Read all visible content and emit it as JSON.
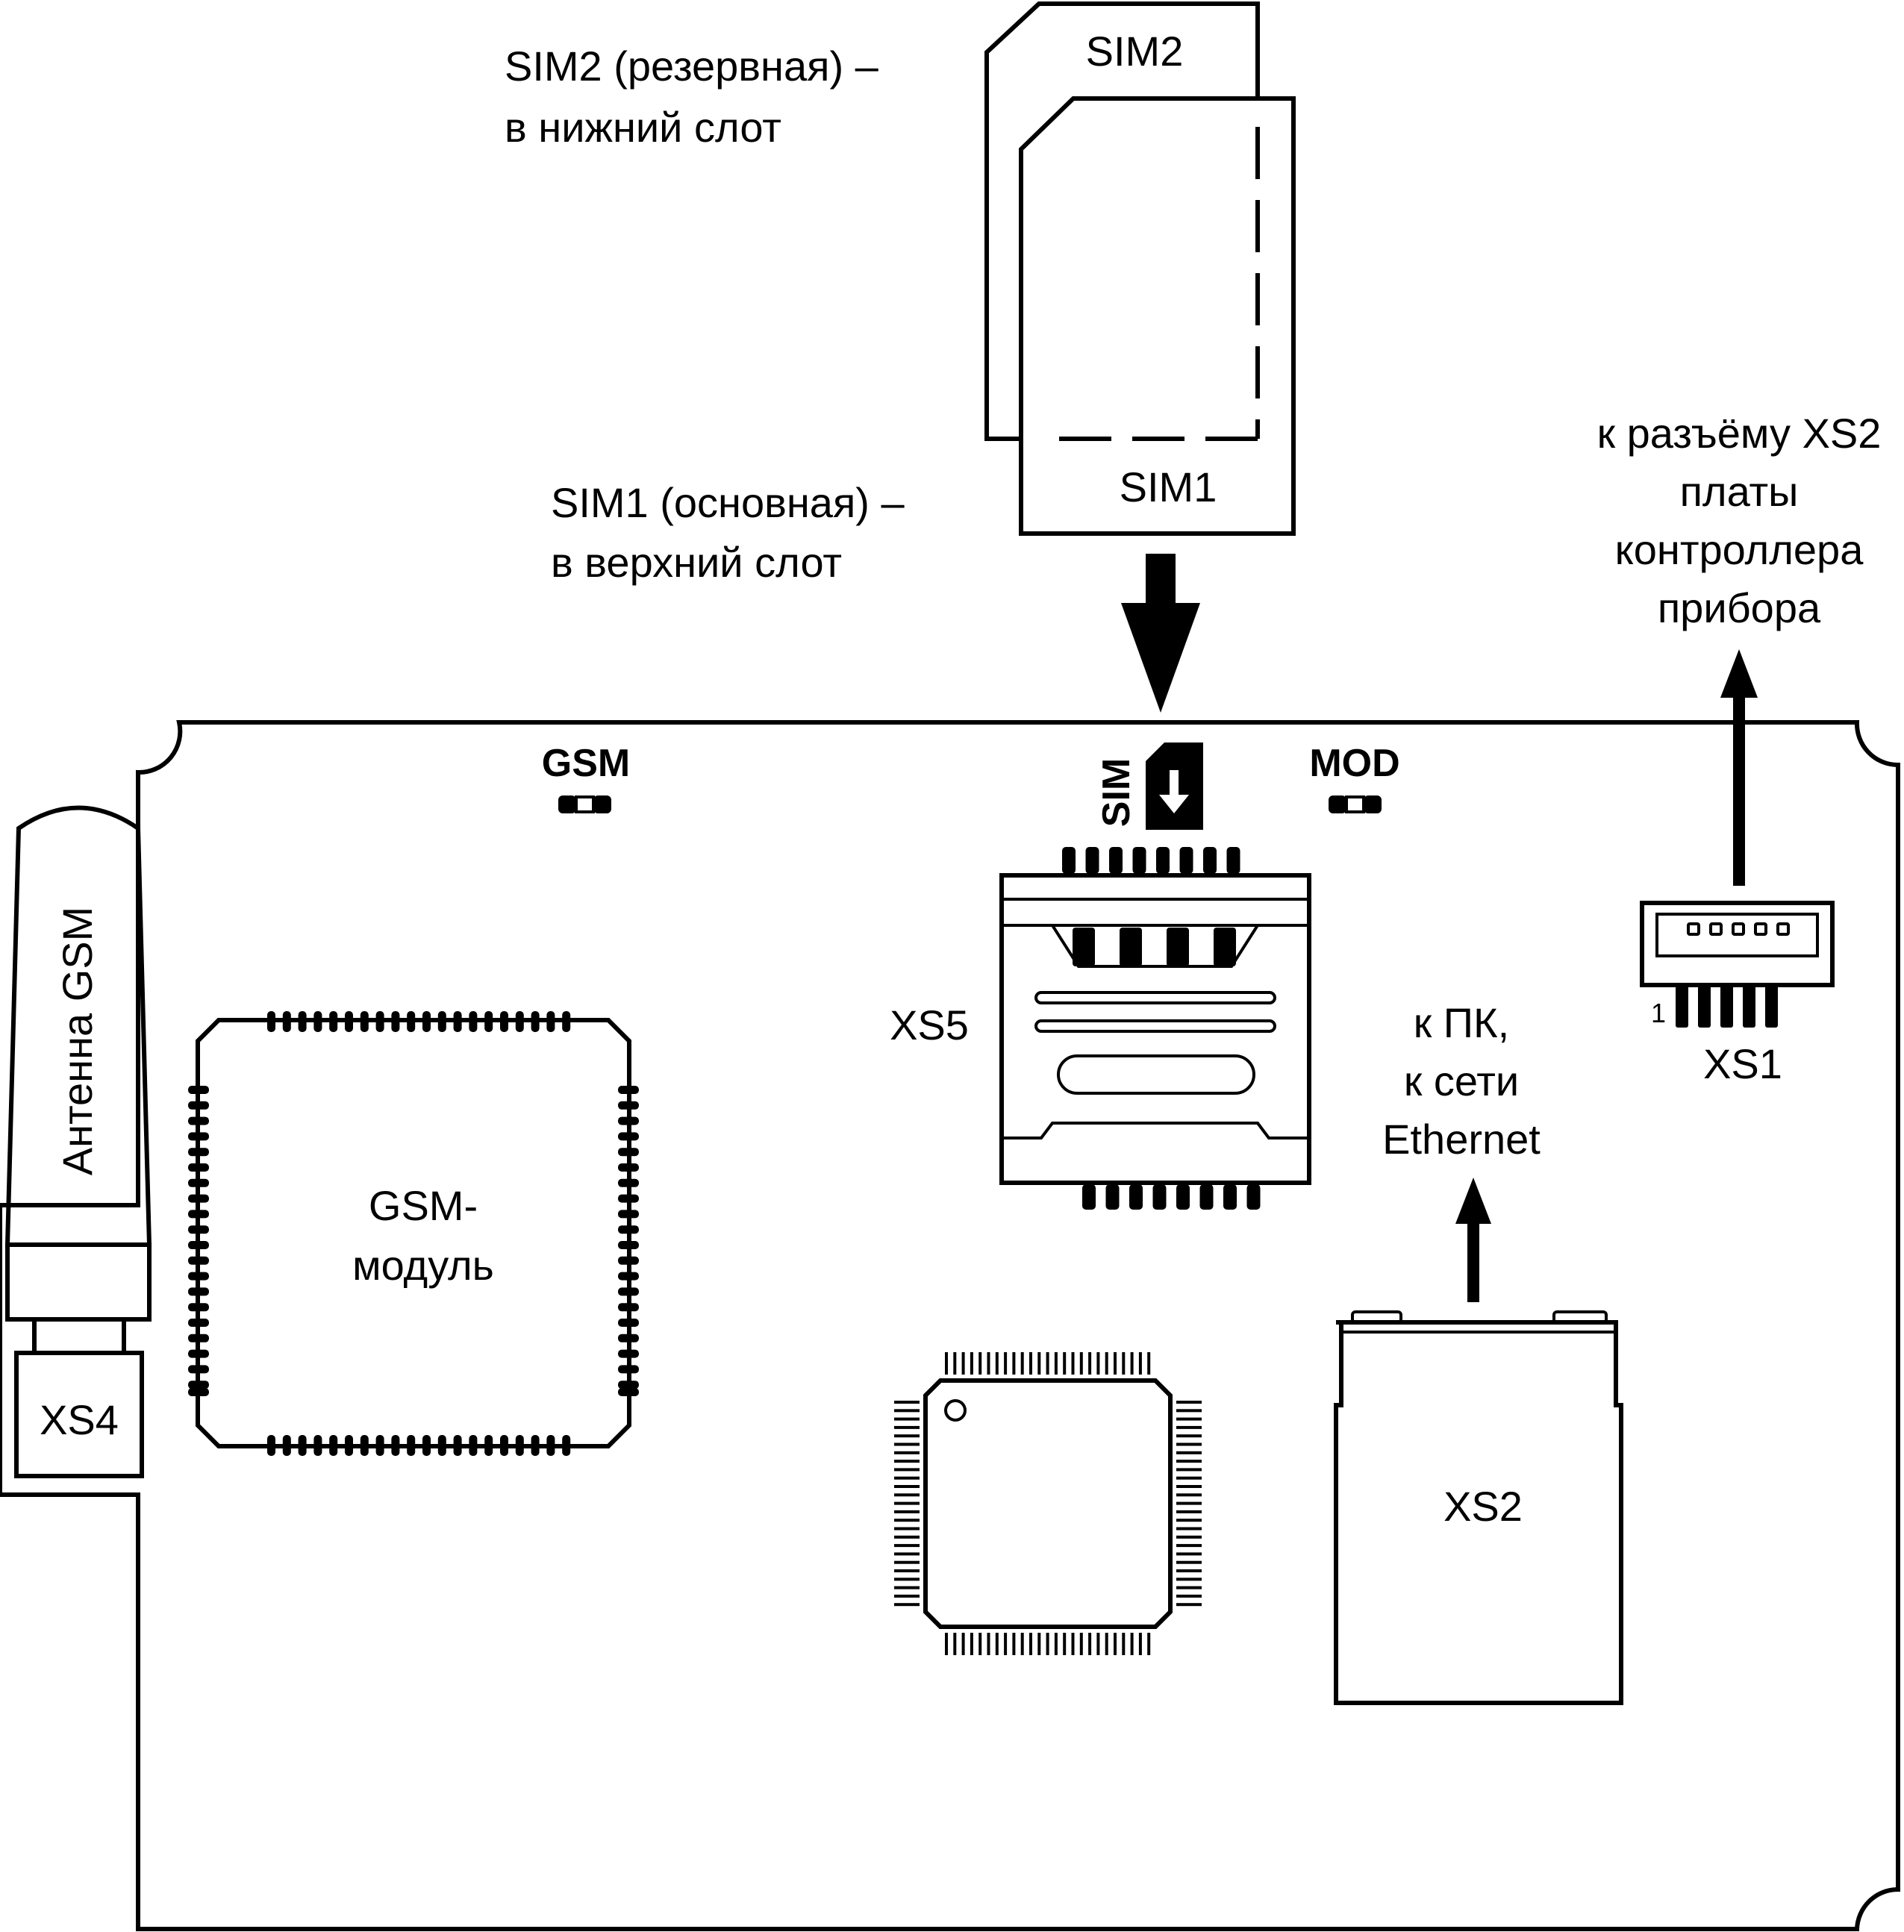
{
  "labels": {
    "sim2_card": "SIM2",
    "sim1_card": "SIM1",
    "sim2_line1": "SIM2 (резервная) –",
    "sim2_line2": "в нижний  слот",
    "sim1_line1": "SIM1 (основная) –",
    "sim1_line2": "в верхний  слот",
    "xs2_ref_line1": "к разъёму XS2",
    "xs2_ref_line2": "платы",
    "xs2_ref_line3": "контроллера",
    "xs2_ref_line4": "прибора",
    "led_gsm": "GSM",
    "led_mod": "MOD",
    "sim_marker": "SIM",
    "antenna": "Антенна GSM",
    "xs4": "XS4",
    "gsm_module_line1": "GSM-",
    "gsm_module_line2": "модуль",
    "xs5": "XS5",
    "pc_line1": "к ПК,",
    "pc_line2": "к сети",
    "pc_line3": "Ethernet",
    "xs1": "XS1",
    "xs1_pin1": "1",
    "xs2": "XS2"
  },
  "colors": {
    "ink": "#000000",
    "background": "#ffffff"
  }
}
